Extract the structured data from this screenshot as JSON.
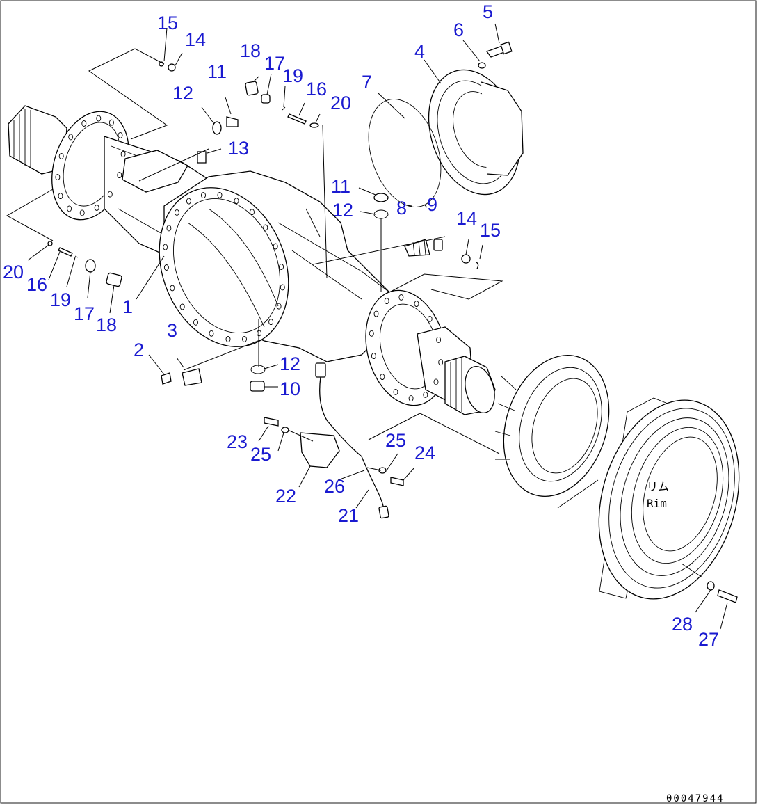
{
  "diagram": {
    "callouts": [
      {
        "id": "c15a",
        "text": "15"
      },
      {
        "id": "c14a",
        "text": "14"
      },
      {
        "id": "c18a",
        "text": "18"
      },
      {
        "id": "c17a",
        "text": "17"
      },
      {
        "id": "c19a",
        "text": "19"
      },
      {
        "id": "c16a",
        "text": "16"
      },
      {
        "id": "c20a",
        "text": "20"
      },
      {
        "id": "c11a",
        "text": "11"
      },
      {
        "id": "c12a",
        "text": "12"
      },
      {
        "id": "c13",
        "text": "13"
      },
      {
        "id": "c7",
        "text": "7"
      },
      {
        "id": "c6",
        "text": "6"
      },
      {
        "id": "c5",
        "text": "5"
      },
      {
        "id": "c4",
        "text": "4"
      },
      {
        "id": "c11b",
        "text": "11"
      },
      {
        "id": "c12b",
        "text": "12"
      },
      {
        "id": "c8",
        "text": "8"
      },
      {
        "id": "c9",
        "text": "9"
      },
      {
        "id": "c14b",
        "text": "14"
      },
      {
        "id": "c15b",
        "text": "15"
      },
      {
        "id": "c20b",
        "text": "20"
      },
      {
        "id": "c16b",
        "text": "16"
      },
      {
        "id": "c19b",
        "text": "19"
      },
      {
        "id": "c17b",
        "text": "17"
      },
      {
        "id": "c18b",
        "text": "18"
      },
      {
        "id": "c1",
        "text": "1"
      },
      {
        "id": "c2",
        "text": "2"
      },
      {
        "id": "c3",
        "text": "3"
      },
      {
        "id": "c12c",
        "text": "12"
      },
      {
        "id": "c10",
        "text": "10"
      },
      {
        "id": "c23",
        "text": "23"
      },
      {
        "id": "c25a",
        "text": "25"
      },
      {
        "id": "c25b",
        "text": "25"
      },
      {
        "id": "c24",
        "text": "24"
      },
      {
        "id": "c22",
        "text": "22"
      },
      {
        "id": "c26",
        "text": "26"
      },
      {
        "id": "c21",
        "text": "21"
      },
      {
        "id": "c28",
        "text": "28"
      },
      {
        "id": "c27",
        "text": "27"
      }
    ],
    "rim_label_jp": "リム",
    "rim_label_en": "Rim",
    "document_number": "00047944"
  }
}
